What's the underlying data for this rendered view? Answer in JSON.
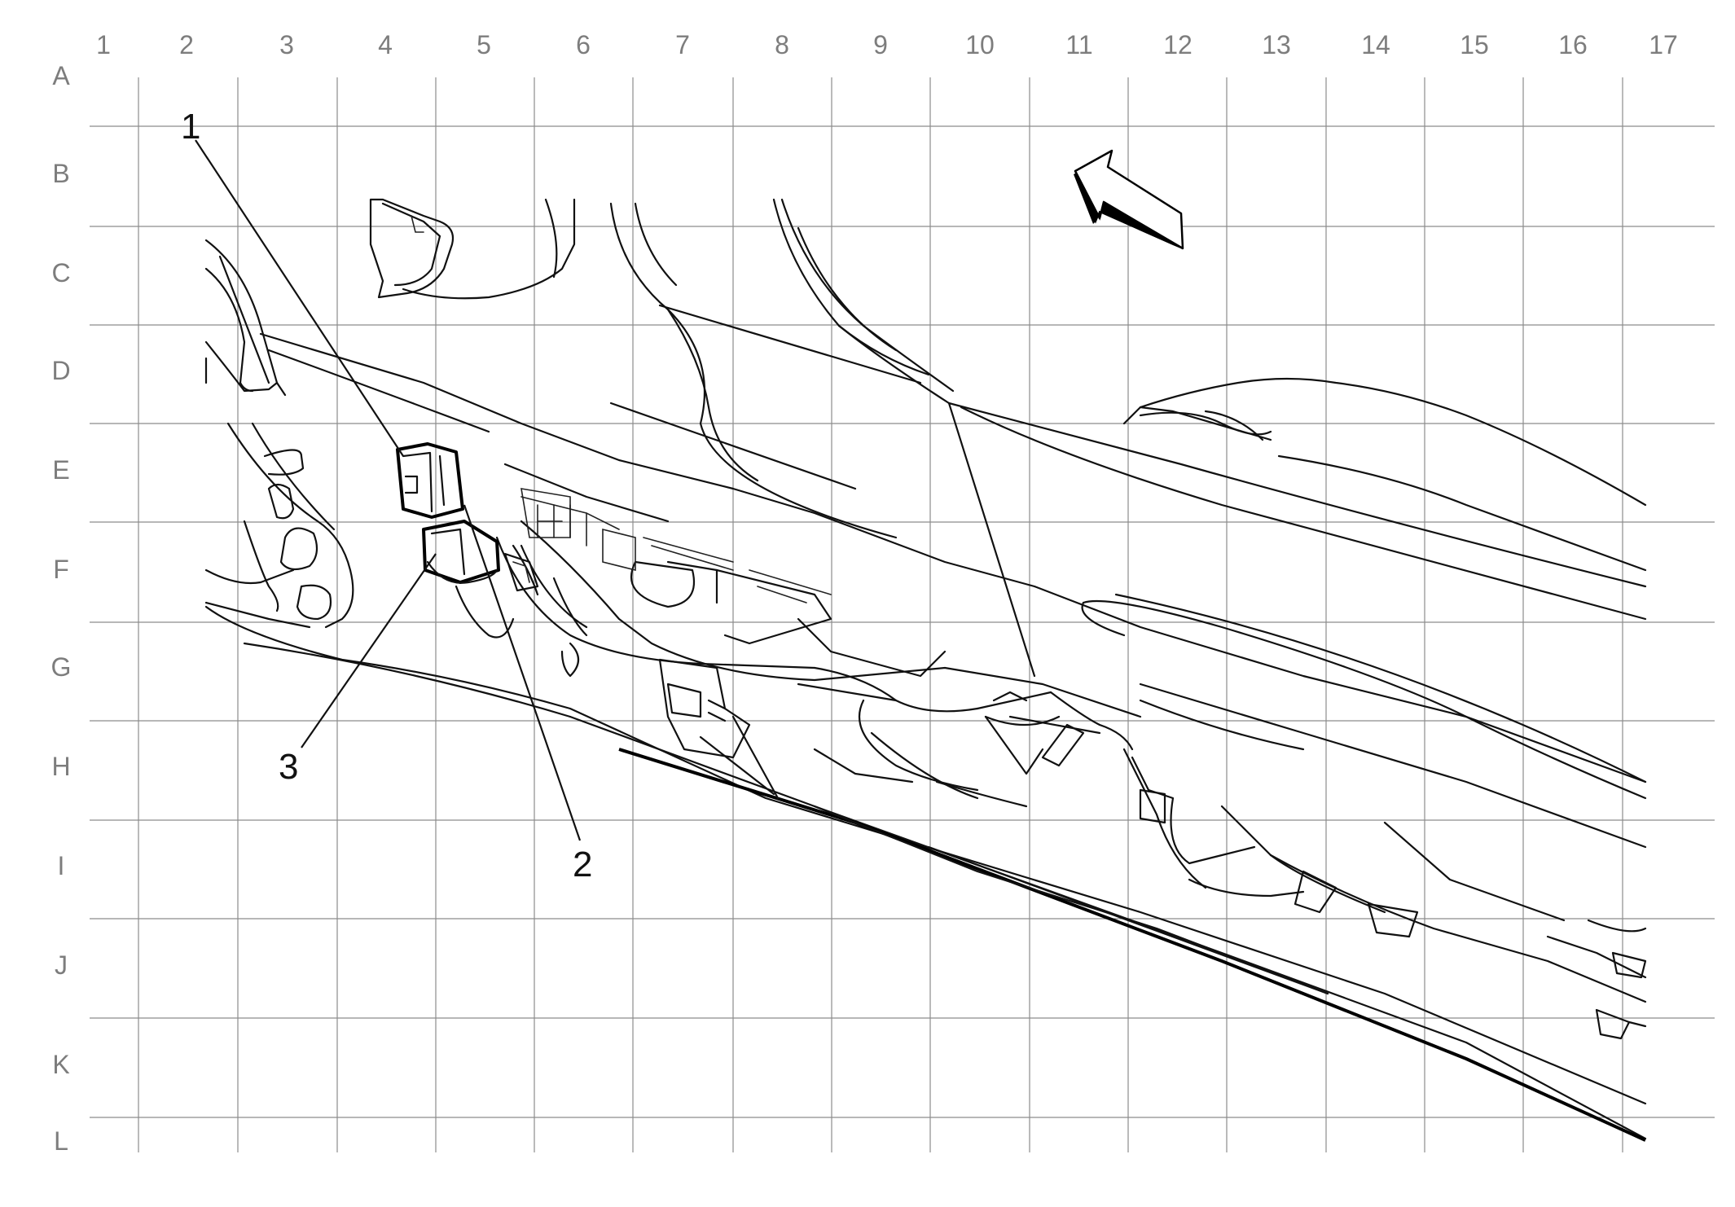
{
  "grid": {
    "columns": [
      "1",
      "2",
      "3",
      "4",
      "5",
      "6",
      "7",
      "8",
      "9",
      "10",
      "11",
      "12",
      "13",
      "14",
      "15",
      "16",
      "17"
    ],
    "rows": [
      "A",
      "B",
      "C",
      "D",
      "E",
      "F",
      "G",
      "H",
      "I",
      "J",
      "K",
      "L"
    ]
  },
  "callouts": [
    {
      "number": "1",
      "part": "connector-upper"
    },
    {
      "number": "2",
      "part": "harness-clip"
    },
    {
      "number": "3",
      "part": "connector-lower"
    }
  ],
  "direction_arrow": {
    "icon": "forward-direction-arrow-icon"
  }
}
